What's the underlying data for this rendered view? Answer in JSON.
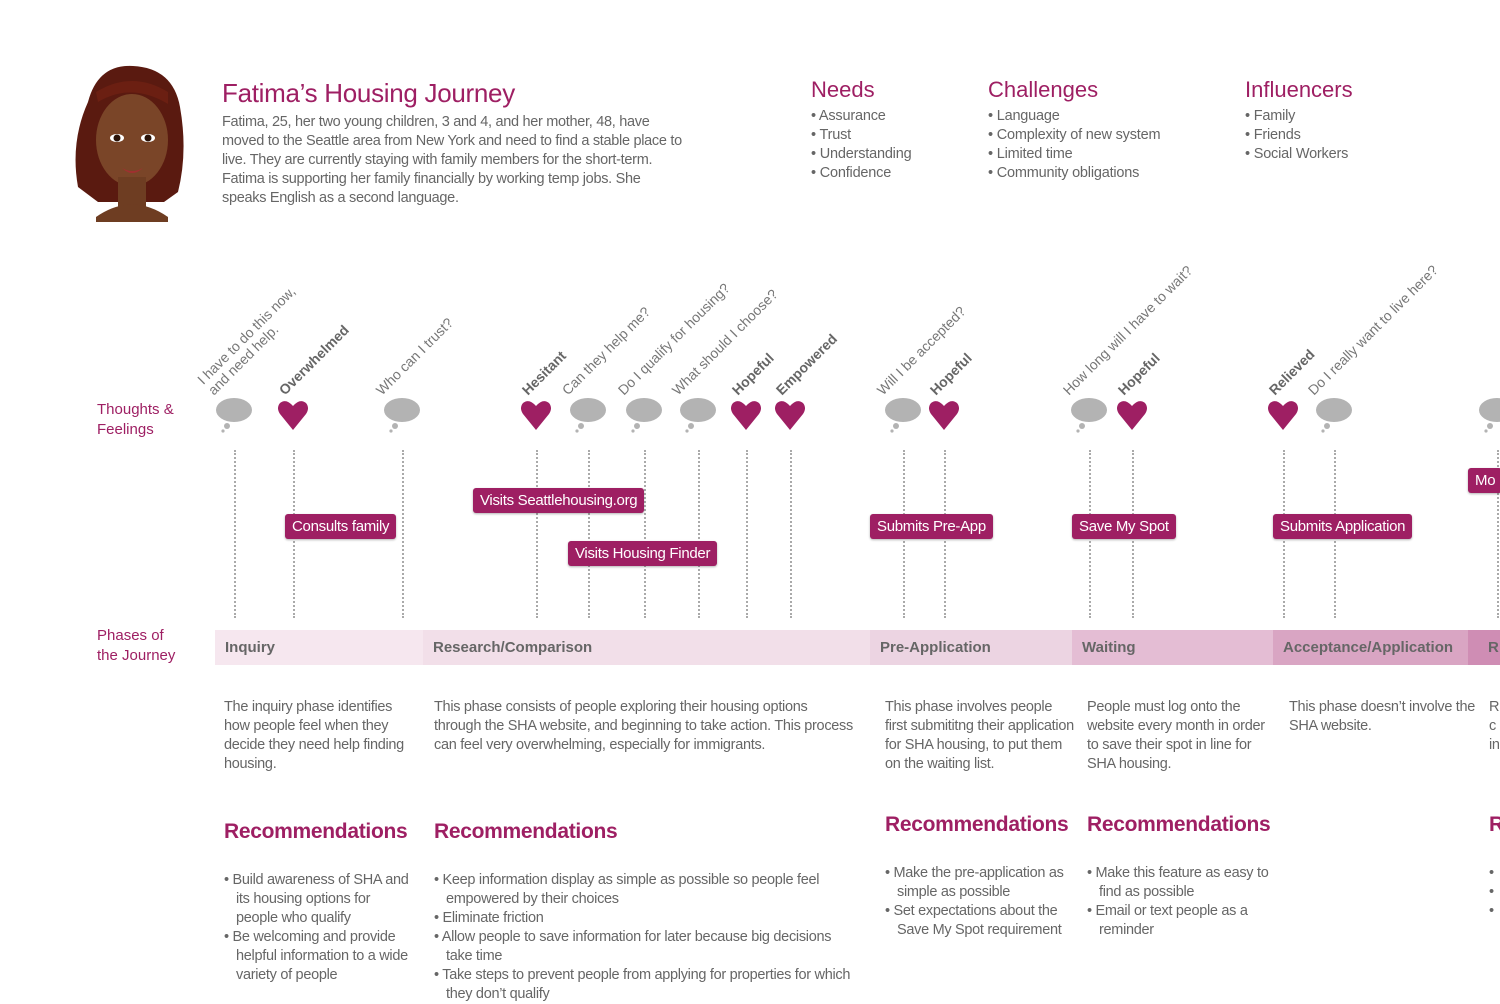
{
  "header": {
    "title": "Fatima’s Housing Journey",
    "intro": "Fatima, 25, her two young children, 3 and 4, and her mother, 48, have moved to the Seattle area from New York and need to find a stable place to live. They are currently staying with family members for the short-term. Fatima is supporting her family financially by working temp jobs. She speaks English as a second language."
  },
  "needs": {
    "title": "Needs",
    "items": [
      "Assurance",
      "Trust",
      "Understanding",
      "Confidence"
    ]
  },
  "challenges": {
    "title": "Challenges",
    "items": [
      "Language",
      "Complexity of new system",
      "Limited time",
      "Community obligations"
    ]
  },
  "influencers": {
    "title": "Influencers",
    "items": [
      "Family",
      "Friends",
      "Social Workers"
    ]
  },
  "row_labels": {
    "thoughts": "Thoughts &\nFeelings",
    "phases": "Phases of\nthe Journey"
  },
  "colors": {
    "accent": "#9e1f63",
    "thought": "#b3b3b3"
  },
  "markers": [
    {
      "type": "thought",
      "text": "I have to do this now,\nand need help."
    },
    {
      "type": "feeling",
      "text": "Overwhelmed"
    },
    {
      "type": "thought",
      "text": "Who can I trust?"
    },
    {
      "type": "feeling",
      "text": "Hesitant"
    },
    {
      "type": "thought",
      "text": "Can they help me?"
    },
    {
      "type": "thought",
      "text": "Do I qualify for housing?"
    },
    {
      "type": "thought",
      "text": "What should I choose?"
    },
    {
      "type": "feeling",
      "text": "Hopeful"
    },
    {
      "type": "feeling",
      "text": "Empowered"
    },
    {
      "type": "thought",
      "text": "Will I be accepted?"
    },
    {
      "type": "feeling",
      "text": "Hopeful"
    },
    {
      "type": "thought",
      "text": "How long will I have to wait?"
    },
    {
      "type": "feeling",
      "text": "Hopeful"
    },
    {
      "type": "feeling",
      "text": "Relieved"
    },
    {
      "type": "thought",
      "text": "Do I really want to live here?"
    },
    {
      "type": "thought",
      "text": ""
    }
  ],
  "activities": [
    "Consults family",
    "Visits Seattlehousing.org",
    "Visits Housing Finder",
    "Submits Pre-App",
    "Save My Spot",
    "Submits Application",
    "Mo"
  ],
  "phases": [
    {
      "name": "Inquiry",
      "description": "The inquiry phase identifies how people feel when they decide they need help finding housing.",
      "rec_title": "Recommendations",
      "recs": [
        "Build awareness of SHA and its housing options for people who qualify",
        "Be welcoming and provide helpful information to a wide variety of people"
      ]
    },
    {
      "name": "Research/Comparison",
      "description": "This phase consists of people exploring their housing options through the SHA website, and beginning to take action. This process can feel very overwhelming, especially for immigrants.",
      "rec_title": "Recommendations",
      "recs": [
        "Keep information display as simple as possible so people feel empowered by their choices",
        "Eliminate friction",
        "Allow people to save information for later because big decisions take time",
        "Take steps to prevent people from applying for properties for which they don’t qualify"
      ]
    },
    {
      "name": "Pre-Application",
      "description": "This phase involves people first submititng their application for SHA housing, to put them on the waiting list.",
      "rec_title": "Recommendations",
      "recs": [
        "Make the pre-application as simple as possible",
        "Set expectations about the Save My Spot requirement"
      ]
    },
    {
      "name": "Waiting",
      "description": "People must log onto the website every month in order to save their spot in line for SHA housing.",
      "rec_title": "Recommendations",
      "recs": [
        "Make this feature as easy to find as possible",
        "Email or text people as a reminder"
      ]
    },
    {
      "name": "Acceptance/Application",
      "description": "This phase doesn’t involve the SHA website."
    },
    {
      "name": "R",
      "description": "R\nc\nin",
      "rec_title": "R"
    }
  ]
}
